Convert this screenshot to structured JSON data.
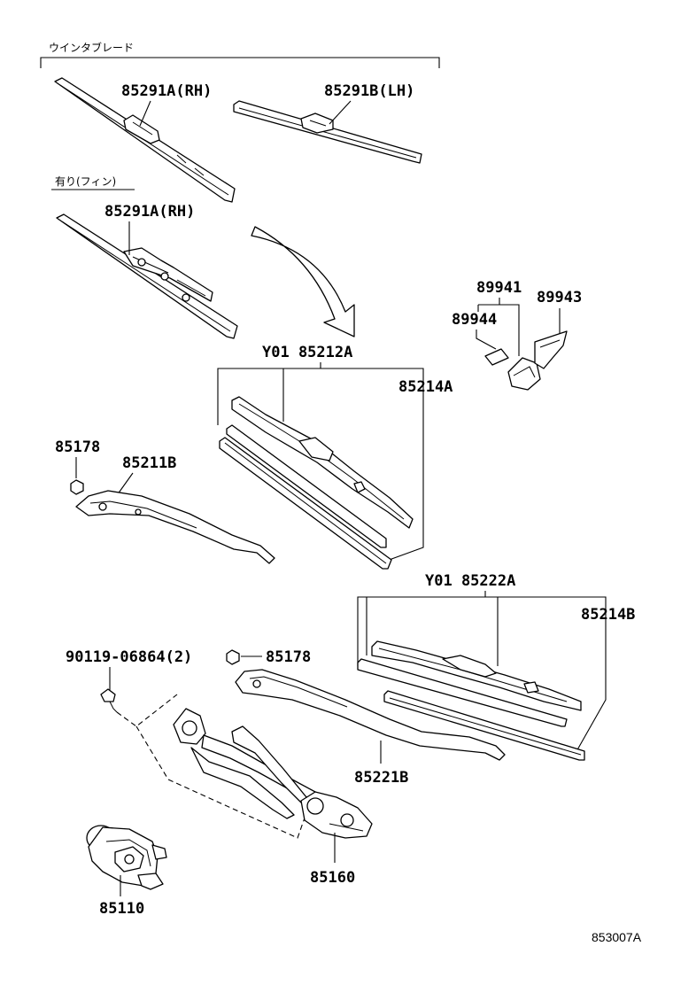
{
  "group_labels": {
    "winter_blade": "ウインタブレード",
    "with_fin": "有り(フィン)"
  },
  "part_labels": {
    "blade_winter_rh": "85291A(RH)",
    "blade_winter_lh": "85291B(LH)",
    "blade_fin_rh": "85291A(RH)",
    "blade_front_y01": "Y01 85212A",
    "refill_front": "85214A",
    "bracket_89941": "89941",
    "cap_89943": "89943",
    "pad_89944": "89944",
    "nut_front": "85178",
    "arm_front": "85211B",
    "blade_rear_y01": "Y01 85222A",
    "refill_rear": "85214B",
    "bolt": "90119-06864(2)",
    "nut_rear": "85178",
    "arm_rear": "85221B",
    "linkage": "85160",
    "motor": "85110"
  },
  "diagram_code": "853007A"
}
